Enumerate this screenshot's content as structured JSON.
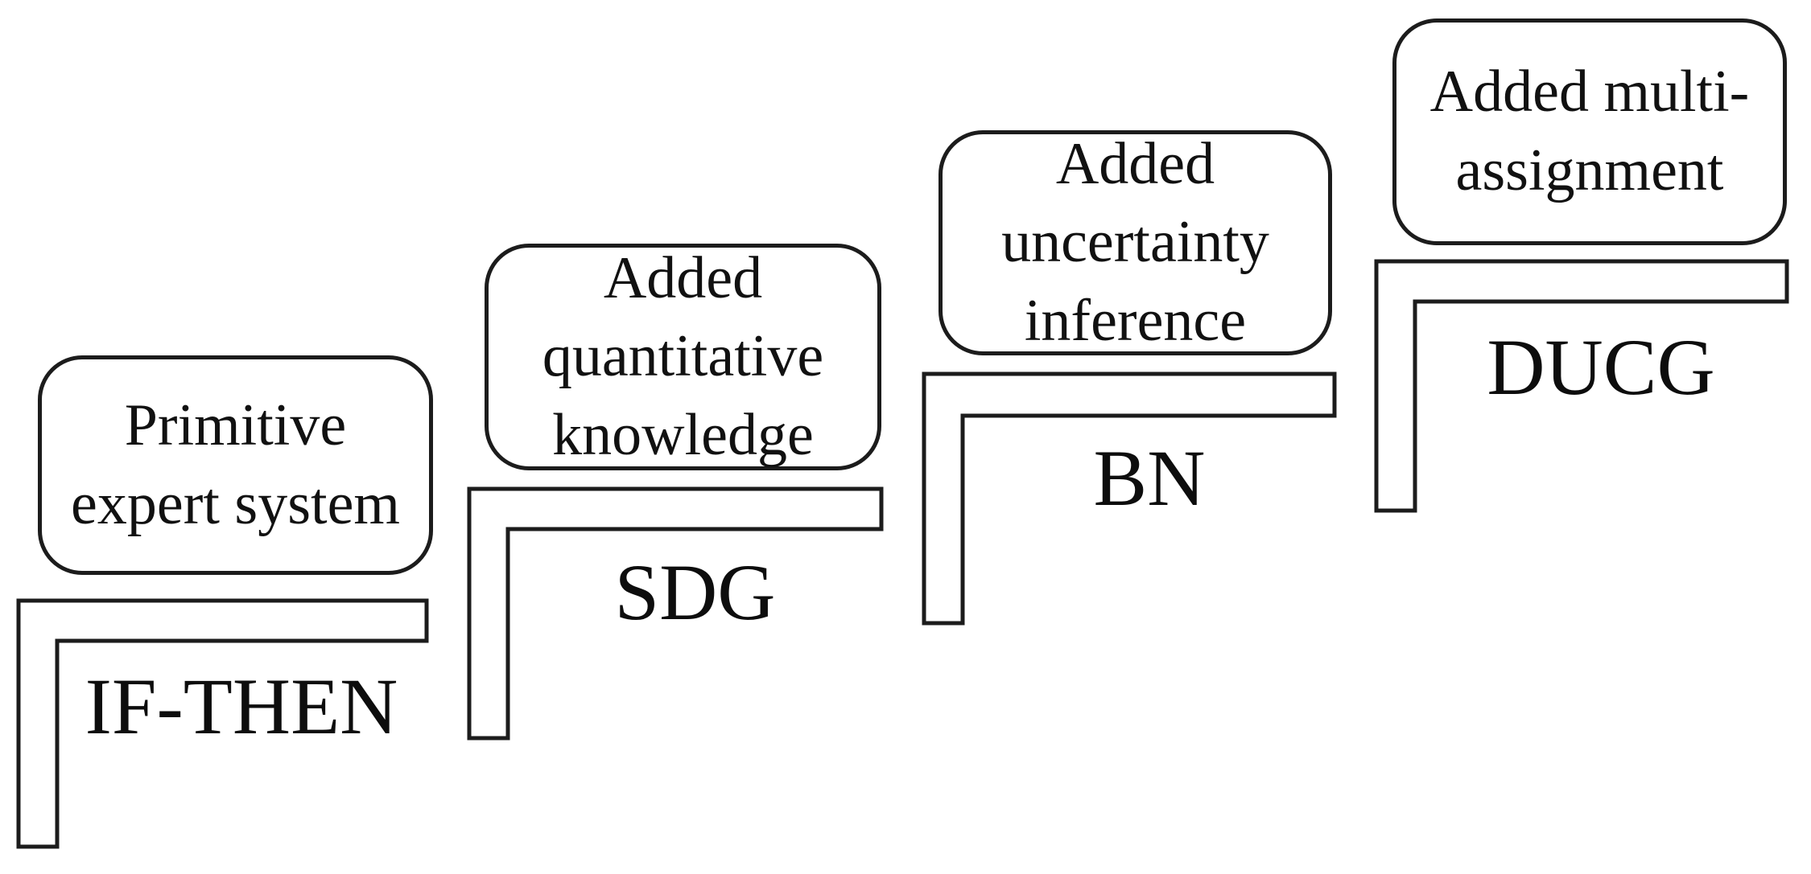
{
  "figure": {
    "description": "Staircase diagram of expert-system evolution",
    "background_color": "#ffffff",
    "stroke_color": "#1c1c1c",
    "text_color": "#111111"
  },
  "units": [
    {
      "id": "primitive-expert-system",
      "box_lines": [
        "Primitive",
        "expert system"
      ],
      "label": "IF-THEN"
    },
    {
      "id": "added-quantitative-knowledge",
      "box_lines": [
        "Added",
        "quantitative",
        "knowledge"
      ],
      "label": "SDG"
    },
    {
      "id": "added-uncertainty-inference",
      "box_lines": [
        "Added",
        "uncertainty",
        "inference"
      ],
      "label": "BN"
    },
    {
      "id": "added-multi-assignment",
      "box_lines": [
        "Added multi-",
        "assignment"
      ],
      "label": "DUCG"
    }
  ]
}
